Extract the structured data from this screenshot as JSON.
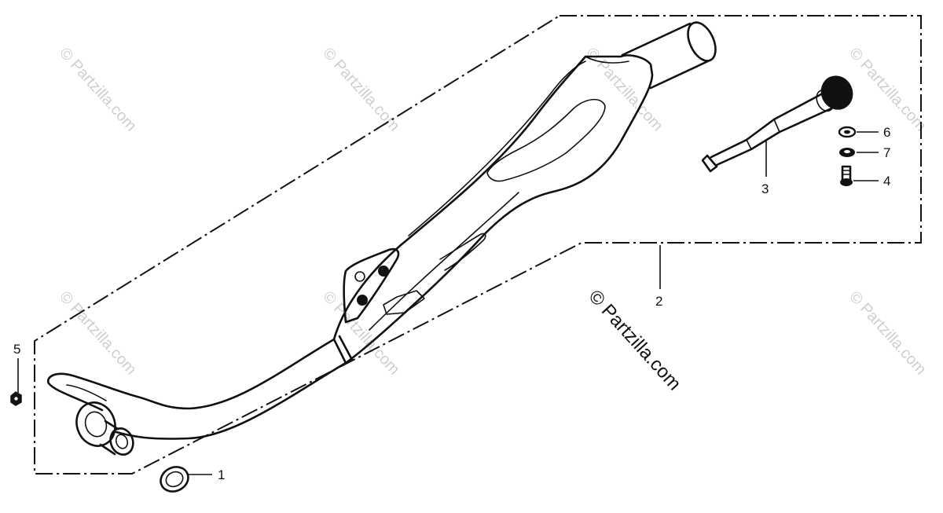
{
  "diagram": {
    "callouts": {
      "c1": "1",
      "c2": "2",
      "c3": "3",
      "c4": "4",
      "c5": "5",
      "c6": "6",
      "c7": "7"
    },
    "watermark": {
      "main": "© Partzilla.com",
      "faint": "© Partzilla.com"
    },
    "colors": {
      "ink": "#111111",
      "watermark_faint": "#cfcfcf",
      "background": "#ffffff"
    }
  }
}
